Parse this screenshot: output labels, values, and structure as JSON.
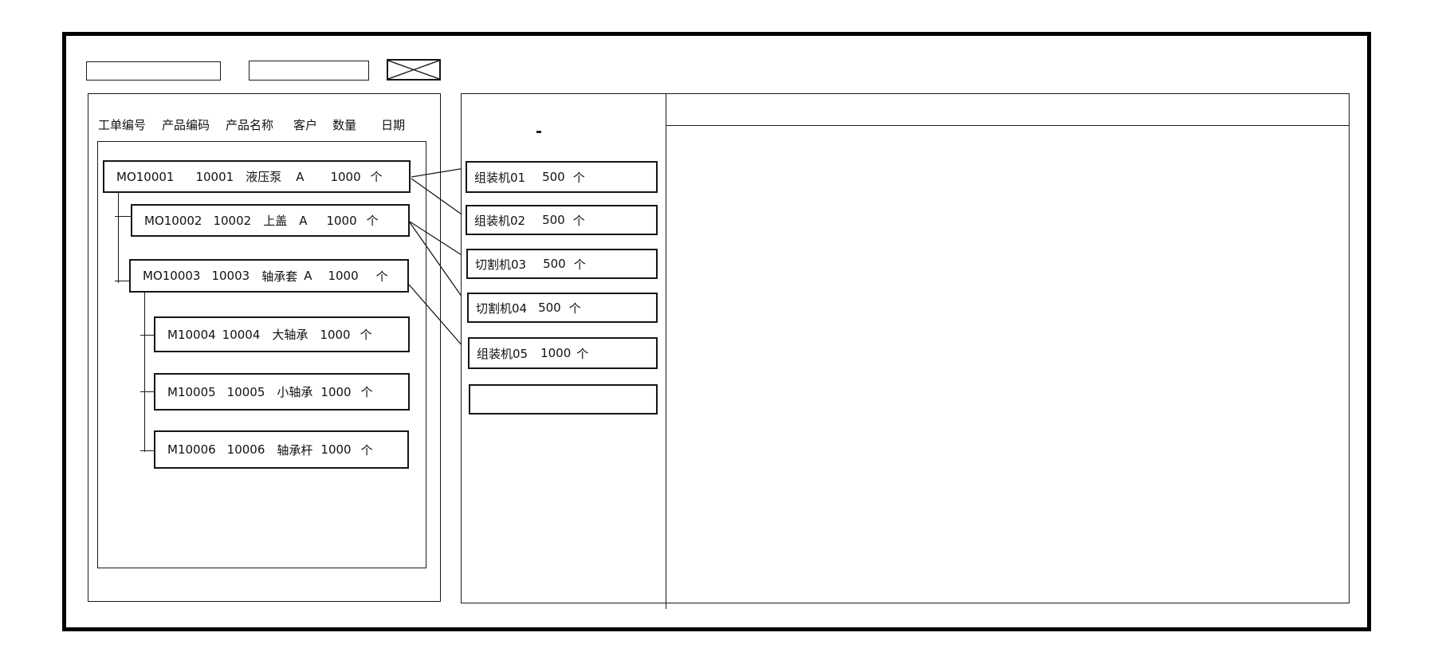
{
  "toolbar": {
    "field1_value": "",
    "field2_value": "",
    "image_placeholder": "crossed-box"
  },
  "order_panel": {
    "columns": [
      "工单编号",
      "产品编码",
      "产品名称",
      "客户",
      "数量",
      "日期"
    ],
    "orders": [
      {
        "order_no": "MO10001",
        "product_code": "10001",
        "product_name": "液压泵",
        "customer": "A",
        "qty": "1000",
        "unit": "个",
        "level": 1
      },
      {
        "order_no": "MO10002",
        "product_code": "10002",
        "product_name": "上盖",
        "customer": "A",
        "qty": "1000",
        "unit": "个",
        "level": 2
      },
      {
        "order_no": "MO10003",
        "product_code": "10003",
        "product_name": "轴承套",
        "customer": "A",
        "qty": "1000",
        "unit": "个",
        "level": 2
      },
      {
        "order_no": "M10004",
        "product_code": "10004",
        "product_name": "大轴承",
        "customer": "",
        "qty": "1000",
        "unit": "个",
        "level": 3
      },
      {
        "order_no": "M10005",
        "product_code": "10005",
        "product_name": "小轴承",
        "customer": "",
        "qty": "1000",
        "unit": "个",
        "level": 3
      },
      {
        "order_no": "M10006",
        "product_code": "10006",
        "product_name": "轴承杆",
        "customer": "",
        "qty": "1000",
        "unit": "个",
        "level": 3
      }
    ]
  },
  "workcenter_panel": {
    "note_mark": "-",
    "workcenters": [
      {
        "name": "组装机01",
        "qty": "500",
        "unit": "个"
      },
      {
        "name": "组装机02",
        "qty": "500",
        "unit": "个"
      },
      {
        "name": "切割机03",
        "qty": "500",
        "unit": "个"
      },
      {
        "name": "切割机04",
        "qty": "500",
        "unit": "个"
      },
      {
        "name": "组装机05",
        "qty": "1000",
        "unit": "个"
      },
      {
        "name": "",
        "qty": "",
        "unit": ""
      }
    ]
  },
  "links": [
    {
      "from": "MO10001",
      "to": "组装机01"
    },
    {
      "from": "MO10001",
      "to": "组装机02"
    },
    {
      "from": "MO10002",
      "to": "切割机03"
    },
    {
      "from": "MO10002",
      "to": "切割机04"
    },
    {
      "from": "MO10003",
      "to": "组装机05"
    }
  ],
  "colors": {
    "line": "#000000",
    "background": "#ffffff"
  }
}
